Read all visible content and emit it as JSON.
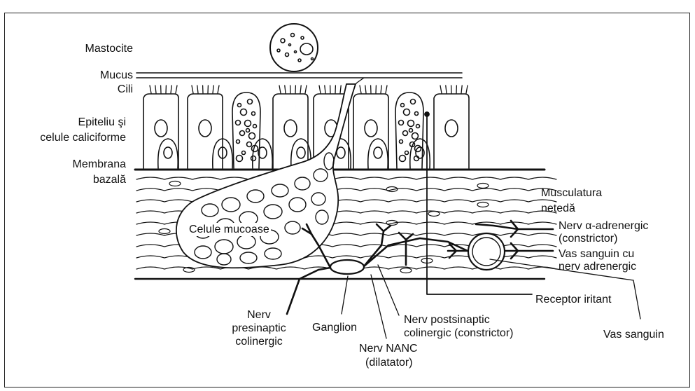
{
  "labels": {
    "mastocite": "Mastocite",
    "mucus": "Mucus",
    "cili": "Cili",
    "epiteliu_1": "Epiteliu şi",
    "epiteliu_2": "celule caliciforme",
    "membrana_1": "Membrana",
    "membrana_2": "bazală",
    "musculatura_1": "Musculatura",
    "musculatura_2": "netedă",
    "celule_mucoase": "Celule  mucoase",
    "nerv_alfa_1": "Nerv α-adrenergic",
    "nerv_alfa_2": "(constrictor)",
    "vas_nerv_1": "Vas  sanguin  cu",
    "vas_nerv_2": "nerv  adrenergic",
    "receptor": "Receptor  iritant",
    "vas_sanguin": "Vas sanguin",
    "nerv_pre_1": "Nerv",
    "nerv_pre_2": "presinaptic",
    "nerv_pre_3": "colinergic",
    "ganglion": "Ganglion",
    "nerv_post_1": "Nerv  postsinaptic",
    "nerv_post_2": "colinergic (constrictor)",
    "nanc_1": "Nerv NANC",
    "nanc_2": "(dilatator)"
  }
}
